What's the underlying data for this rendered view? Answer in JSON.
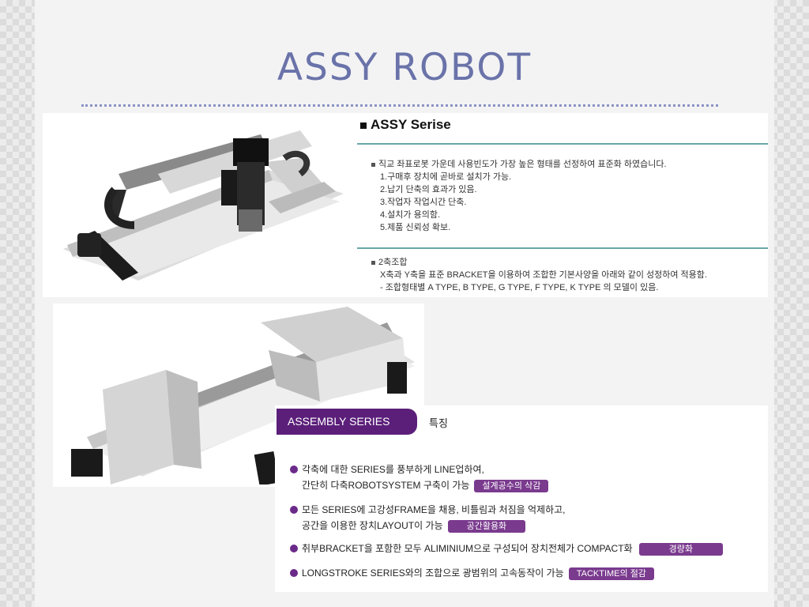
{
  "title": "ASSY ROBOT",
  "colors": {
    "title": "#6a73a9",
    "dots": "#8b93c4",
    "accent": "#5b1f7a",
    "pill": "#7a3a8e",
    "rule": "#6aa6a8"
  },
  "top_panel": {
    "heading": "ASSY Serise",
    "intro": "직교 좌표로봇 가운데 사용빈도가 가장 높은 형태를 선정하여 표준화 하였습니다.",
    "items": [
      "1.구매후 장치에 곧바로 설치가 가능.",
      "2.납기 단축의 효과가 있음.",
      "3.작업자 작업시간 단축.",
      "4.설치가 용의함.",
      "5.제품 신뢰성 확보."
    ],
    "combo_title": "2축조합",
    "combo_line1": "X축과 Y축을 표준 BRACKET을 이용하여 조합한 기본사양을 아래와 같이 성정하여 적용함.",
    "combo_line2": "- 조합형태별 A TYPE, B TYPE, G TYPE, F TYPE, K TYPE 의 모델이 있음."
  },
  "assembly": {
    "tab_label": "ASSEMBLY SERIES",
    "side_label": "특징",
    "features": [
      {
        "line1": "각축에 대한 SERIES를 풍부하게 LINE업하여,",
        "line2": "간단히 다축ROBOTSYSTEM 구축이 가능",
        "badge": "설계공수의 삭감"
      },
      {
        "line1": "모든 SERIES에 고강성FRAME을 채용, 비틀림과 처짐을 억제하고,",
        "line2": "공간을 이용한 장치LAYOUT이 가능",
        "badge": "공간활용화"
      },
      {
        "line1": "취부BRACKET을 포함한 모두 ALIMINIUM으로 구성되어 장치전체가 COMPACT화",
        "line2": "",
        "badge": "경량화"
      },
      {
        "line1": "LONGSTROKE SERIES와의 조합으로 광범위의 고속동작이 가능",
        "line2": "",
        "badge": "TACKTIME의 절감"
      }
    ]
  }
}
